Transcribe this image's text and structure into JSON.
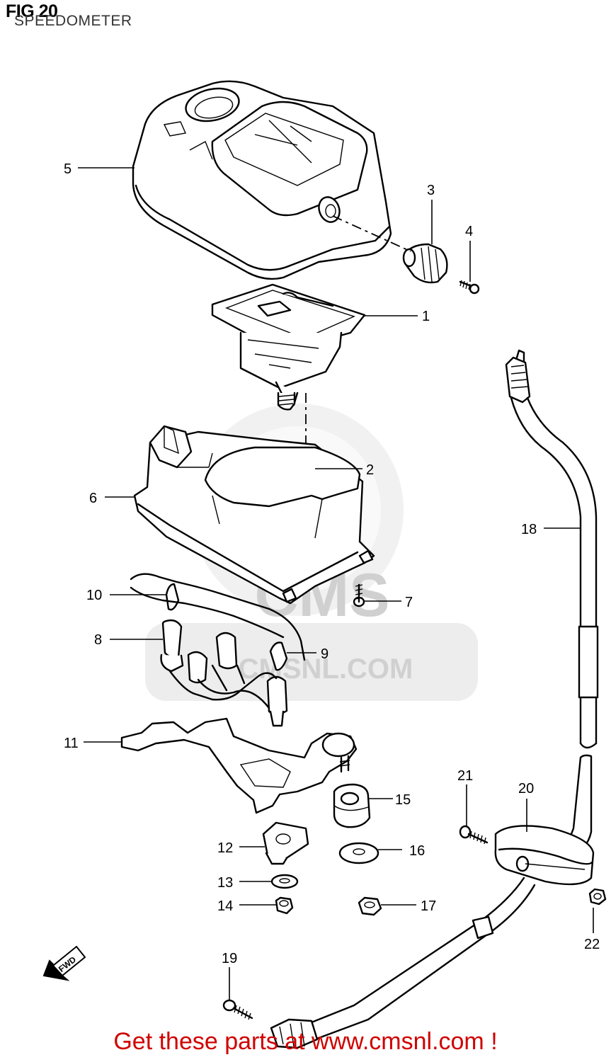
{
  "figure": {
    "title": "FIG 20",
    "subtitle": "SPEEDOMETER"
  },
  "callouts": [
    {
      "id": "1",
      "label": "1"
    },
    {
      "id": "2",
      "label": "2"
    },
    {
      "id": "3",
      "label": "3"
    },
    {
      "id": "4",
      "label": "4"
    },
    {
      "id": "5",
      "label": "5"
    },
    {
      "id": "6",
      "label": "6"
    },
    {
      "id": "7",
      "label": "7"
    },
    {
      "id": "8",
      "label": "8"
    },
    {
      "id": "9",
      "label": "9"
    },
    {
      "id": "10",
      "label": "10"
    },
    {
      "id": "11",
      "label": "11"
    },
    {
      "id": "12",
      "label": "12"
    },
    {
      "id": "13",
      "label": "13"
    },
    {
      "id": "14",
      "label": "14"
    },
    {
      "id": "15",
      "label": "15"
    },
    {
      "id": "16",
      "label": "16"
    },
    {
      "id": "17",
      "label": "17"
    },
    {
      "id": "18",
      "label": "18"
    },
    {
      "id": "19",
      "label": "19"
    },
    {
      "id": "20",
      "label": "20"
    },
    {
      "id": "21",
      "label": "21"
    },
    {
      "id": "22",
      "label": "22"
    }
  ],
  "direction_arrow": {
    "label": "FWD"
  },
  "watermark": {
    "brand": "CMS",
    "url": "CMSNL.COM"
  },
  "banner": {
    "text": "Get these parts at www.cmsnl.com !",
    "color": "#d00000"
  }
}
